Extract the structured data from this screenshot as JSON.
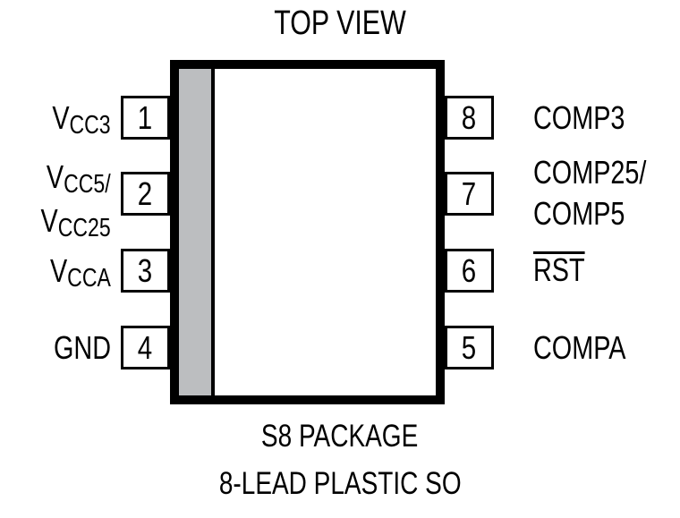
{
  "diagram": {
    "title": "TOP VIEW",
    "package_name": "S8 PACKAGE",
    "package_desc": "8-LEAD PLASTIC SO",
    "colors": {
      "outline": "#000000",
      "pin1_stripe": "#bcbec0",
      "background": "#ffffff"
    },
    "pin_count": 8
  },
  "pins": {
    "left": [
      {
        "number": "1",
        "name_main": "V",
        "name_sub": "CC3",
        "label_text": "VCC3"
      },
      {
        "number": "2",
        "name_main": "V",
        "name_sub": "CC5/",
        "label_text": "VCC5/VCC25"
      },
      {
        "number": "3",
        "name_main": "V",
        "name_sub": "CCA",
        "label_text": "VCCA"
      },
      {
        "number": "4",
        "name_main": "GND",
        "name_sub": "",
        "label_text": "GND"
      }
    ],
    "left_extra": {
      "line2_main": "V",
      "line2_sub": "CC25"
    },
    "right": [
      {
        "number": "8",
        "label_line1": "COMP3",
        "label_line2": "",
        "overline": false
      },
      {
        "number": "7",
        "label_line1": "COMP25/",
        "label_line2": "COMP5",
        "overline": false
      },
      {
        "number": "6",
        "label_line1": "RST",
        "label_line2": "",
        "overline": true
      },
      {
        "number": "5",
        "label_line1": "COMPA",
        "label_line2": "",
        "overline": false
      }
    ]
  }
}
